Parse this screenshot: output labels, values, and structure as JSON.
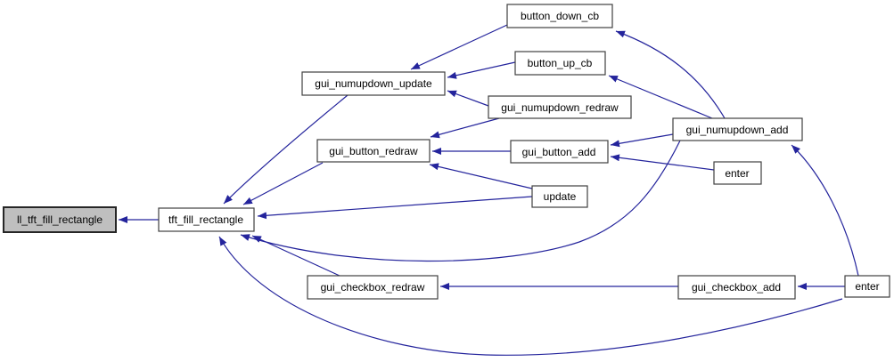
{
  "diagram": {
    "kind": "doxygen-caller-graph",
    "background": "#ffffff",
    "colors": {
      "edge": "#24249c",
      "node_border": "#3f3f3f",
      "node_fill": "#ffffff",
      "highlight_fill": "#bfbfbf",
      "highlight_border": "#262626",
      "text": "#000000"
    },
    "nodes": [
      {
        "id": "ll_tft_fill_rectangle",
        "label": "ll_tft_fill_rectangle",
        "highlighted": true
      },
      {
        "id": "tft_fill_rectangle",
        "label": "tft_fill_rectangle",
        "highlighted": false
      },
      {
        "id": "gui_numupdown_update",
        "label": "gui_numupdown_update",
        "highlighted": false
      },
      {
        "id": "button_down_cb",
        "label": "button_down_cb",
        "highlighted": false
      },
      {
        "id": "button_up_cb",
        "label": "button_up_cb",
        "highlighted": false
      },
      {
        "id": "gui_numupdown_redraw",
        "label": "gui_numupdown_redraw",
        "highlighted": false
      },
      {
        "id": "gui_button_redraw",
        "label": "gui_button_redraw",
        "highlighted": false
      },
      {
        "id": "gui_button_add",
        "label": "gui_button_add",
        "highlighted": false
      },
      {
        "id": "gui_numupdown_add",
        "label": "gui_numupdown_add",
        "highlighted": false
      },
      {
        "id": "enter_1",
        "label": "enter",
        "highlighted": false
      },
      {
        "id": "update",
        "label": "update",
        "highlighted": false
      },
      {
        "id": "gui_checkbox_redraw",
        "label": "gui_checkbox_redraw",
        "highlighted": false
      },
      {
        "id": "gui_checkbox_add",
        "label": "gui_checkbox_add",
        "highlighted": false
      },
      {
        "id": "enter_2",
        "label": "enter",
        "highlighted": false
      }
    ],
    "edges": [
      {
        "from": "tft_fill_rectangle",
        "to": "ll_tft_fill_rectangle"
      },
      {
        "from": "gui_numupdown_update",
        "to": "tft_fill_rectangle"
      },
      {
        "from": "gui_button_redraw",
        "to": "tft_fill_rectangle"
      },
      {
        "from": "update",
        "to": "tft_fill_rectangle"
      },
      {
        "from": "gui_checkbox_redraw",
        "to": "tft_fill_rectangle"
      },
      {
        "from": "gui_numupdown_add",
        "to": "tft_fill_rectangle"
      },
      {
        "from": "enter_2",
        "to": "tft_fill_rectangle"
      },
      {
        "from": "button_down_cb",
        "to": "gui_numupdown_update"
      },
      {
        "from": "button_up_cb",
        "to": "gui_numupdown_update"
      },
      {
        "from": "gui_numupdown_redraw",
        "to": "gui_numupdown_update"
      },
      {
        "from": "gui_numupdown_redraw",
        "to": "gui_button_redraw"
      },
      {
        "from": "gui_button_add",
        "to": "gui_button_redraw"
      },
      {
        "from": "update",
        "to": "gui_button_redraw"
      },
      {
        "from": "gui_numupdown_add",
        "to": "gui_button_add"
      },
      {
        "from": "enter_1",
        "to": "gui_button_add"
      },
      {
        "from": "gui_numupdown_add",
        "to": "button_down_cb"
      },
      {
        "from": "gui_numupdown_add",
        "to": "button_up_cb"
      },
      {
        "from": "gui_checkbox_add",
        "to": "gui_checkbox_redraw"
      },
      {
        "from": "enter_2",
        "to": "gui_checkbox_add"
      },
      {
        "from": "enter_2",
        "to": "gui_numupdown_add"
      }
    ]
  }
}
